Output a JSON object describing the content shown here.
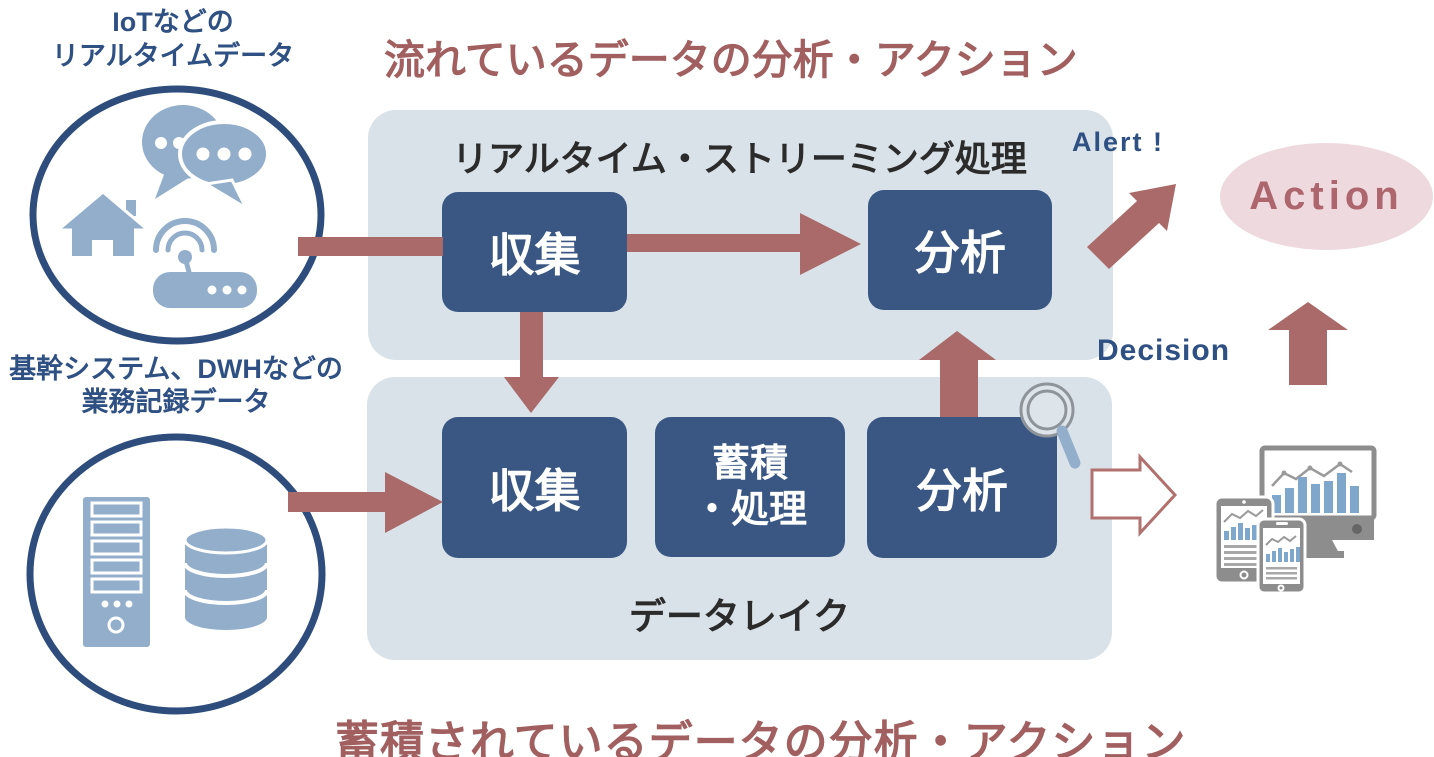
{
  "diagram": {
    "titles": {
      "top_flow": "流れているデータの分析・アクション",
      "bottom_flow": "蓄積されているデータの分析・アクション"
    },
    "sources": {
      "iot": {
        "line1": "IoTなどの",
        "line2": "リアルタイムデータ"
      },
      "enterprise": {
        "line1": "基幹システム、DWHなどの",
        "line2": "業務記録データ"
      }
    },
    "streaming_panel": {
      "title": "リアルタイム・ストリーミング処理",
      "collect": "収集",
      "analyze": "分析"
    },
    "datalake_panel": {
      "label": "データレイク",
      "collect": "収集",
      "store_line1": "蓄積",
      "store_line2": "・処理",
      "analyze": "分析"
    },
    "annotations": {
      "alert": "Alert !",
      "decision": "Decision",
      "action": "Action"
    },
    "icons": {
      "chat_bubbles": "speech-bubbles-icon",
      "house": "smart-home-icon",
      "wifi_router": "wifi-router-icon",
      "server": "server-tower-icon",
      "database": "database-cylinder-icon",
      "magnifier": "magnifying-glass-icon",
      "monitor": "monitor-with-charts-icon",
      "tablet": "tablet-with-charts-icon",
      "phone": "phone-with-charts-icon"
    },
    "colors": {
      "panel_bg": "#d9e2e8",
      "box_navy": "#3a5784",
      "arrow_red": "#a96a69",
      "title_red": "#a25f60",
      "text_navy": "#2f5083",
      "circle_outline": "#2e4d7c",
      "icon_steel": "#92aecb",
      "action_bg": "#eedade",
      "action_text": "#ad666d",
      "body_text": "#2b2b2b",
      "hollow_arrow_outline": "#b0716f"
    }
  }
}
